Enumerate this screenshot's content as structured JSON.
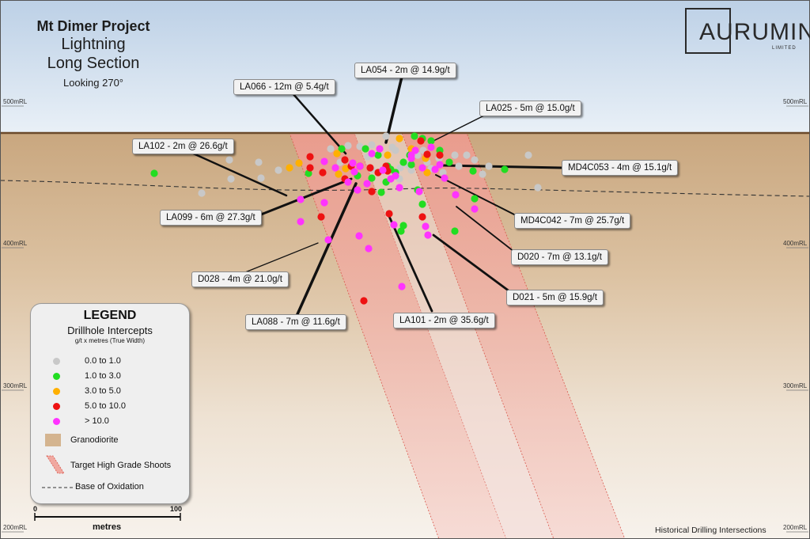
{
  "title": {
    "line1": "Mt Dimer Project",
    "line2": "Lightning",
    "line3": "Long Section",
    "line4": "Looking 270°"
  },
  "logo": {
    "word": "AURUMIN",
    "sub": "LIMITED"
  },
  "rl_labels": {
    "left_500": "500mRL",
    "right_500": "500mRL",
    "left_400": "400mRL",
    "right_400": "400mRL",
    "left_300": "300mRL",
    "right_300": "300mRL",
    "left_200": "200mRL",
    "right_200": "200mRL"
  },
  "callouts": [
    {
      "id": "LA054",
      "text": "LA054 - 2m @ 14.9g/t"
    },
    {
      "id": "LA066",
      "text": "LA066 - 12m @ 5.4g/t"
    },
    {
      "id": "LA025",
      "text": "LA025 - 5m @ 15.0g/t"
    },
    {
      "id": "LA102",
      "text": "LA102 - 2m @ 26.6g/t"
    },
    {
      "id": "MD4C053",
      "text": "MD4C053 - 4m @ 15.1g/t"
    },
    {
      "id": "LA099",
      "text": "LA099 - 6m @ 27.3g/t"
    },
    {
      "id": "MD4C042",
      "text": "MD4C042 - 7m @ 25.7g/t"
    },
    {
      "id": "D020",
      "text": "D020 - 7m @ 13.1g/t"
    },
    {
      "id": "D028",
      "text": "D028 - 4m @ 21.0g/t"
    },
    {
      "id": "D021",
      "text": "D021 - 5m @ 15.9g/t"
    },
    {
      "id": "LA088",
      "text": "LA088 - 7m @ 11.6g/t"
    },
    {
      "id": "LA101",
      "text": "LA101 - 2m @ 35.6g/t"
    }
  ],
  "legend": {
    "title": "LEGEND",
    "subtitle": "Drillhole Intercepts",
    "units": "g/t x metres (True Width)",
    "grades": [
      {
        "label": "0.0 to 1.0",
        "color": "#c8c8c8"
      },
      {
        "label": "1.0 to 3.0",
        "color": "#22dd22"
      },
      {
        "label": "3.0 to 5.0",
        "color": "#ffb000"
      },
      {
        "label": "5.0 to 10.0",
        "color": "#ee1111"
      },
      {
        "label": "> 10.0",
        "color": "#ff33ff"
      }
    ],
    "granodiorite": "Granodiorite",
    "shoots": "Target High Grade Shoots",
    "oxidation": "Base of Oxidation"
  },
  "scale": {
    "zero": "0",
    "max": "100",
    "unit": "metres"
  },
  "footer": "Historical Drilling Intersections",
  "colors": {
    "granodiorite": "#d4b48f",
    "surface": "#6b4a2a",
    "shoot": "#f0a8a0"
  }
}
